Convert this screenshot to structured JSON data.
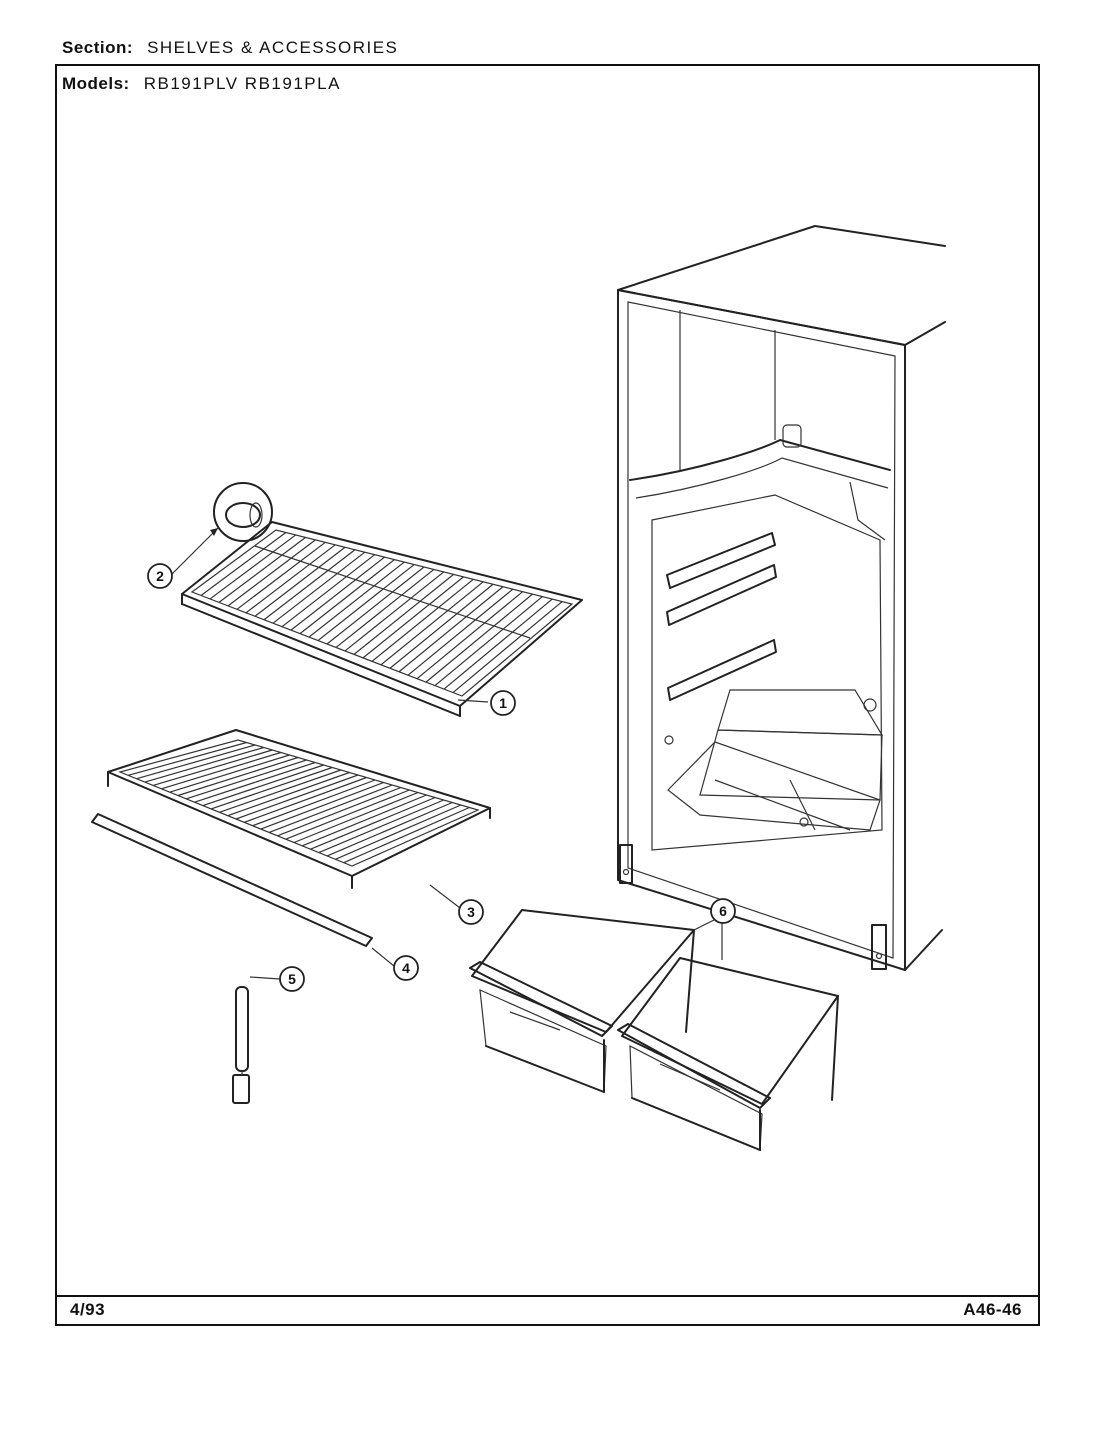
{
  "header": {
    "section_label": "Section:",
    "section_value": "SHELVES & ACCESSORIES",
    "models_label": "Models:",
    "models_value": "RB191PLV  RB191PLA"
  },
  "footer": {
    "date": "4/93",
    "code": "A46-46"
  },
  "callouts": [
    "1",
    "2",
    "3",
    "4",
    "5",
    "6"
  ]
}
